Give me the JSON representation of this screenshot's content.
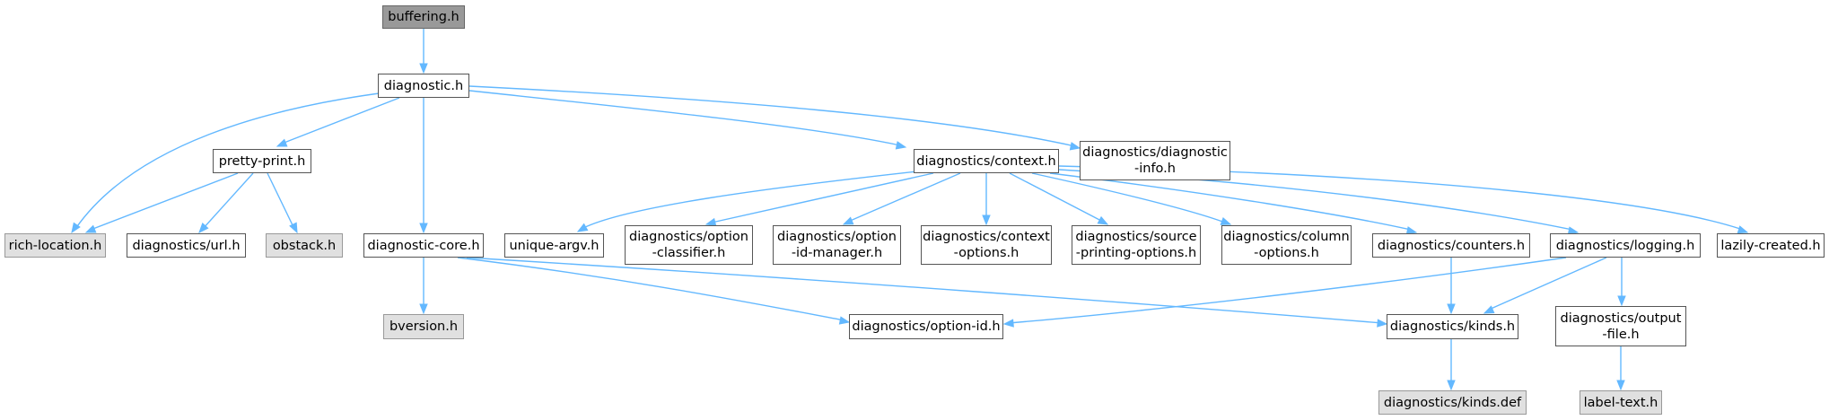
{
  "nodes": {
    "buffering_h": "buffering.h",
    "diagnostic_h": "diagnostic.h",
    "pretty_print_h": "pretty-print.h",
    "rich_location_h": "rich-location.h",
    "diagnostics_url_h": "diagnostics/url.h",
    "obstack_h": "obstack.h",
    "diagnostic_core_h": "diagnostic-core.h",
    "bversion_h": "bversion.h",
    "diagnostics_context_h": "diagnostics/context.h",
    "diagnostics_diagnostic_info_h": "diagnostics/diagnostic\n-info.h",
    "unique_argv_h": "unique-argv.h",
    "diagnostics_option_classifier_h": "diagnostics/option\n-classifier.h",
    "diagnostics_option_id_manager_h": "diagnostics/option\n-id-manager.h",
    "diagnostics_context_options_h": "diagnostics/context\n-options.h",
    "diagnostics_source_printing_options_h": "diagnostics/source\n-printing-options.h",
    "diagnostics_column_options_h": "diagnostics/column\n-options.h",
    "diagnostics_counters_h": "diagnostics/counters.h",
    "diagnostics_logging_h": "diagnostics/logging.h",
    "lazily_created_h": "lazily-created.h",
    "diagnostics_option_id_h": "diagnostics/option-id.h",
    "diagnostics_kinds_h": "diagnostics/kinds.h",
    "diagnostics_output_file_h": "diagnostics/output\n-file.h",
    "diagnostics_kinds_def": "diagnostics/kinds.def",
    "label_text_h": "label-text.h"
  },
  "colors": {
    "edge": "#63b8ff",
    "root_fill": "#999999",
    "external_fill": "#e0e0e0",
    "node_border": "#555555"
  }
}
